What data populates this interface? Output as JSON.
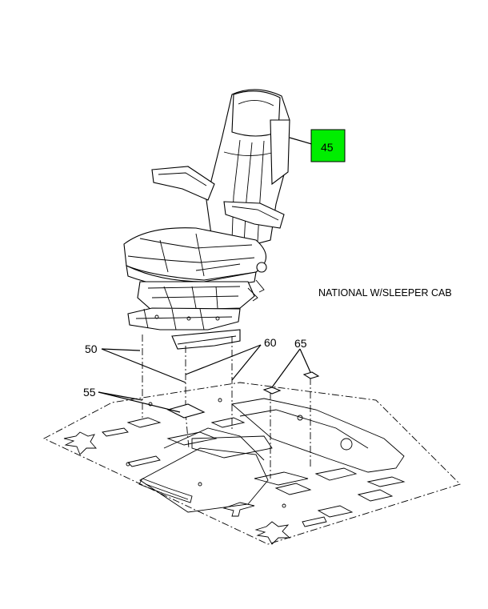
{
  "callouts": {
    "seat": "45",
    "riser": "50",
    "plate": "55",
    "bolt": "60",
    "pad": "65"
  },
  "note": "NATIONAL W/SLEEPER CAB",
  "colors": {
    "highlight": "#00ee00",
    "line": "#000000",
    "background": "#ffffff"
  }
}
